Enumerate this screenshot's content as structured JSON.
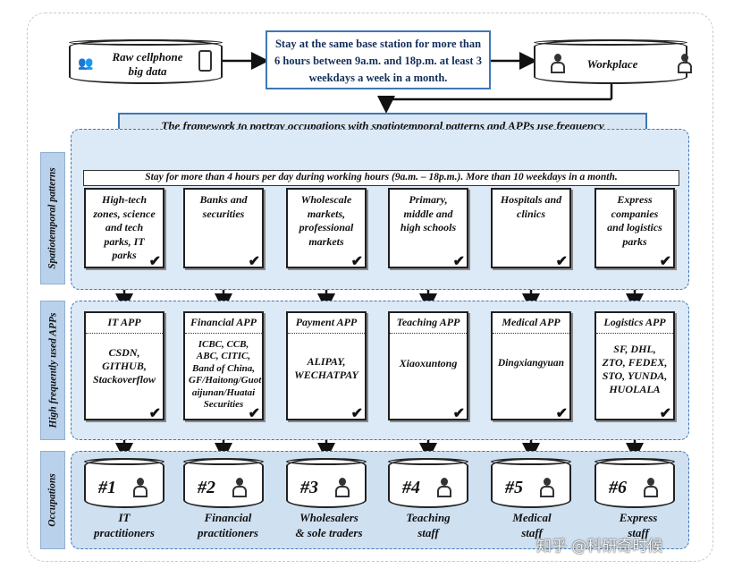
{
  "top": {
    "raw_data": "Raw cellphone\nbig data",
    "rule": "Stay at the same base station for more than 6 hours between 9a.m. and 18p.m. at least 3 weekdays a week in a month.",
    "workplace": "Workplace",
    "framework": "The framework to portray occupations with spatiotemporal patterns and APPs use frequency"
  },
  "side_labels": {
    "spatiotemporal": "Spatiotemporal patterns",
    "apps": "High frequently used APPs",
    "occupations": "Occupations"
  },
  "stay_rule": "Stay for more than 4 hours per day during working hours (9a.m. – 18p.m.). More than 10 weekdays in a month.",
  "places": [
    "High-tech\nzones, science\nand tech\nparks, IT\nparks",
    "Banks and\nsecurities",
    "Wholescale\nmarkets,\nprofessional\nmarkets",
    "Primary,\nmiddle and\nhigh schools",
    "Hospitals and\nclinics",
    "Express\ncompanies\nand logistics\nparks"
  ],
  "apps": [
    {
      "title": "IT APP",
      "list": "CSDN,\nGITHUB,\nStackoverflow"
    },
    {
      "title": "Financial APP",
      "list": "ICBC, CCB,\nABC, CITIC,\nBand of China,\nGF/Haitong/Guot\naijunan/Huatai\nSecurities"
    },
    {
      "title": "Payment APP",
      "list": "ALIPAY,\nWECHATPAY"
    },
    {
      "title": "Teaching APP",
      "list": "Xiaoxuntong"
    },
    {
      "title": "Medical APP",
      "list": "Dingxiangyuan"
    },
    {
      "title": "Logistics APP",
      "list": "SF, DHL,\nZTO, FEDEX,\nSTO, YUNDA,\nHUOLALA"
    }
  ],
  "occupations": [
    {
      "num": "#1",
      "label": "IT\npractitioners"
    },
    {
      "num": "#2",
      "label": "Financial\npractitioners"
    },
    {
      "num": "#3",
      "label": "Wholesalers\n& sole traders"
    },
    {
      "num": "#4",
      "label": "Teaching\nstaff"
    },
    {
      "num": "#5",
      "label": "Medical\nstaff"
    },
    {
      "num": "#6",
      "label": "Express\nstaff"
    }
  ],
  "watermark": "知乎 @科研奇时候",
  "icons": {
    "people": "people-icon",
    "phone": "phone-icon",
    "worker": "person-icon",
    "check": "check-icon"
  }
}
